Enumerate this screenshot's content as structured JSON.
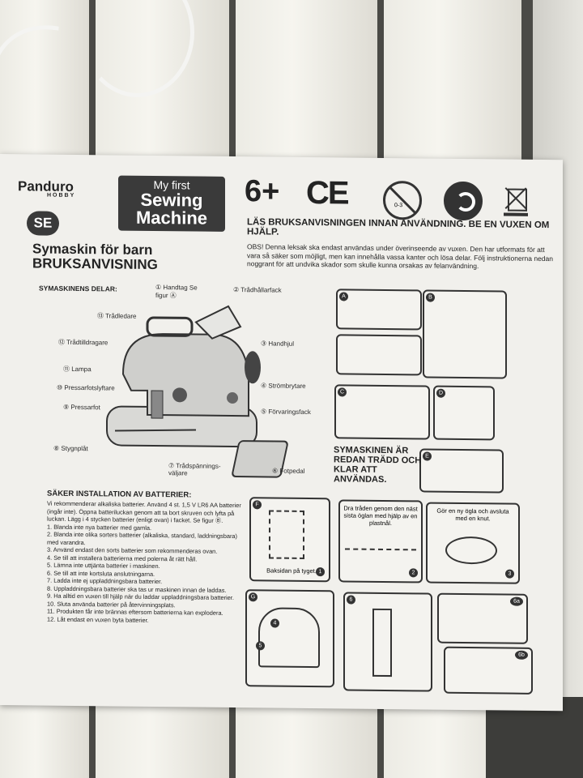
{
  "brand": {
    "name": "Panduro",
    "tagline": "HOBBY"
  },
  "language_badge": "SE",
  "product": {
    "line1": "My first",
    "line2": "Sewing",
    "line3": "Machine"
  },
  "age_mark": "6+",
  "ce_mark": "CE",
  "icons": [
    "no-small-children-icon",
    "recycle-icon",
    "crossed-bin-icon"
  ],
  "age_icon_label": "0-3",
  "warning_title": "LÄS BRUKSANVISNINGEN INNAN ANVÄNDNING. BE EN VUXEN OM HJÄLP.",
  "warning_body": "OBS! Denna leksak ska endast användas under överinseende av vuxen. Den har utformats för att vara så säker som möjligt, men kan innehålla vassa kanter och lösa delar. Följ instruktionerna nedan noggrant för att undvika skador som skulle kunna orsakas av felanvändning.",
  "title_line1": "Symaskin för barn",
  "title_line2": "BRUKSANVISNING",
  "parts_title": "SYMASKINENS DELAR:",
  "parts": [
    "① Handtag Se figur Ⓐ",
    "② Trådhållarfack",
    "⑬ Trådledare",
    "⑫ Trådtilldragare",
    "③ Handhjul",
    "⑪ Lampa",
    "④ Strömbrytare",
    "⑩ Pressarfotslyftare",
    "⑨ Pressarfot",
    "⑤ Förvaringsfack",
    "⑧ Stygnplåt",
    "⑦ Trådspännings-väljare",
    "⑥ Fotpedal"
  ],
  "ready_text": "SYMASKINEN ÄR REDAN TRÄDD OCH KLAR ATT ANVÄNDAS.",
  "battery_title": "SÄKER INSTALLATION AV BATTERIER:",
  "battery_intro": "Vi rekommenderar alkaliska batterier. Använd 4 st. 1,5 V LR6 AA batterier (ingår inte). Öppna batteriluckan genom att ta bort skruven och lyfta på luckan. Lägg i 4 stycken batterier (enligt ovan) i facket. Se figur Ⓑ.",
  "battery_items": [
    "1. Blanda inte nya batterier med gamla.",
    "2. Blanda inte olika sorters batterier (alkaliska, standard, laddningsbara) med varandra.",
    "3. Använd endast den sorts batterier som rekommenderas ovan.",
    "4. Se till att installera batterierna med polerna åt rätt håll.",
    "5. Lämna inte uttjänta batterier i maskinen.",
    "6. Se till att inte kortsluta anslutningarna.",
    "7. Ladda inte ej uppladdningsbara batterier.",
    "8. Uppladdningsbara batterier ska tas ur maskinen innan de laddas.",
    "9. Ha alltid en vuxen till hjälp när du laddar uppladdningsbara batterier.",
    "10. Sluta använda batterier på återvinningsplats.",
    "11. Produkten får inte brännas eftersom batterierna kan explodera.",
    "12. Låt endast en vuxen byta batterier."
  ],
  "fig_letters": [
    "A",
    "B",
    "C",
    "D",
    "E",
    "F",
    "G"
  ],
  "fig_captions": {
    "f1": "Baksidan på tyget.",
    "f2": "Dra tråden genom den näst sista öglan med hjälp av en plastnål.",
    "f3": "Gör en ny ögla och avsluta med en knut."
  },
  "fig_numbers": [
    "1",
    "2",
    "3",
    "4",
    "5",
    "6",
    "6a",
    "6b"
  ]
}
